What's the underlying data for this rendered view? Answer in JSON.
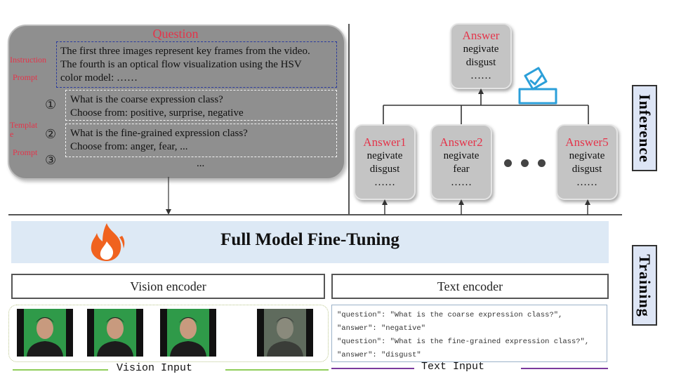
{
  "question_panel": {
    "title": "Question",
    "instruction_label": "Instruction",
    "prompt_label_1": "Prompt",
    "template_label": "Template",
    "prompt_label_2": "Prompt",
    "instruction_lines": [
      "The first three images represent key frames from the video.",
      "The fourth is an optical flow visualization using the HSV",
      "color model: ……"
    ],
    "markers": [
      "①",
      "②",
      "③"
    ],
    "templates": [
      [
        "What is the coarse expression class?",
        "Choose from: positive, surprise, negative"
      ],
      [
        "What is the fine-grained expression class?",
        "Choose from: anger, fear, ..."
      ]
    ],
    "ellipsis": "..."
  },
  "inference": {
    "final": {
      "title": "Answer",
      "lines": [
        "negivate",
        "disgust",
        "……"
      ]
    },
    "answers": [
      {
        "title": "Answer1",
        "lines": [
          "negivate",
          "disgust",
          "……"
        ]
      },
      {
        "title": "Answer2",
        "lines": [
          "negivate",
          "fear",
          "……"
        ]
      },
      {
        "title": "Answer5",
        "lines": [
          "negivate",
          "disgust",
          "……"
        ]
      }
    ],
    "vote_icon": "ballot-box-check-icon",
    "flame_icon": "flame-icon"
  },
  "labels": {
    "inference": "Inference",
    "training": "Training",
    "full_model": "Full Model Fine-Tuning",
    "vision_encoder": "Vision encoder",
    "text_encoder": "Text encoder",
    "vision_input": "Vision  Input",
    "text_input": "Text  Input"
  },
  "text_input_lines": [
    "\"question\": \"What is the coarse expression class?\",",
    "\"answer\": \"negative\"",
    "\"question\": \"What is the fine-grained expression class?\",",
    "\"answer\": \"disgust\""
  ],
  "colors": {
    "accent_red": "#e4344a",
    "flame": "#f0621f",
    "vote_blue": "#2b9fd9",
    "vision_line": "#8fce5a",
    "text_line": "#7b3a9c",
    "tab_fill": "#dde5f5"
  }
}
